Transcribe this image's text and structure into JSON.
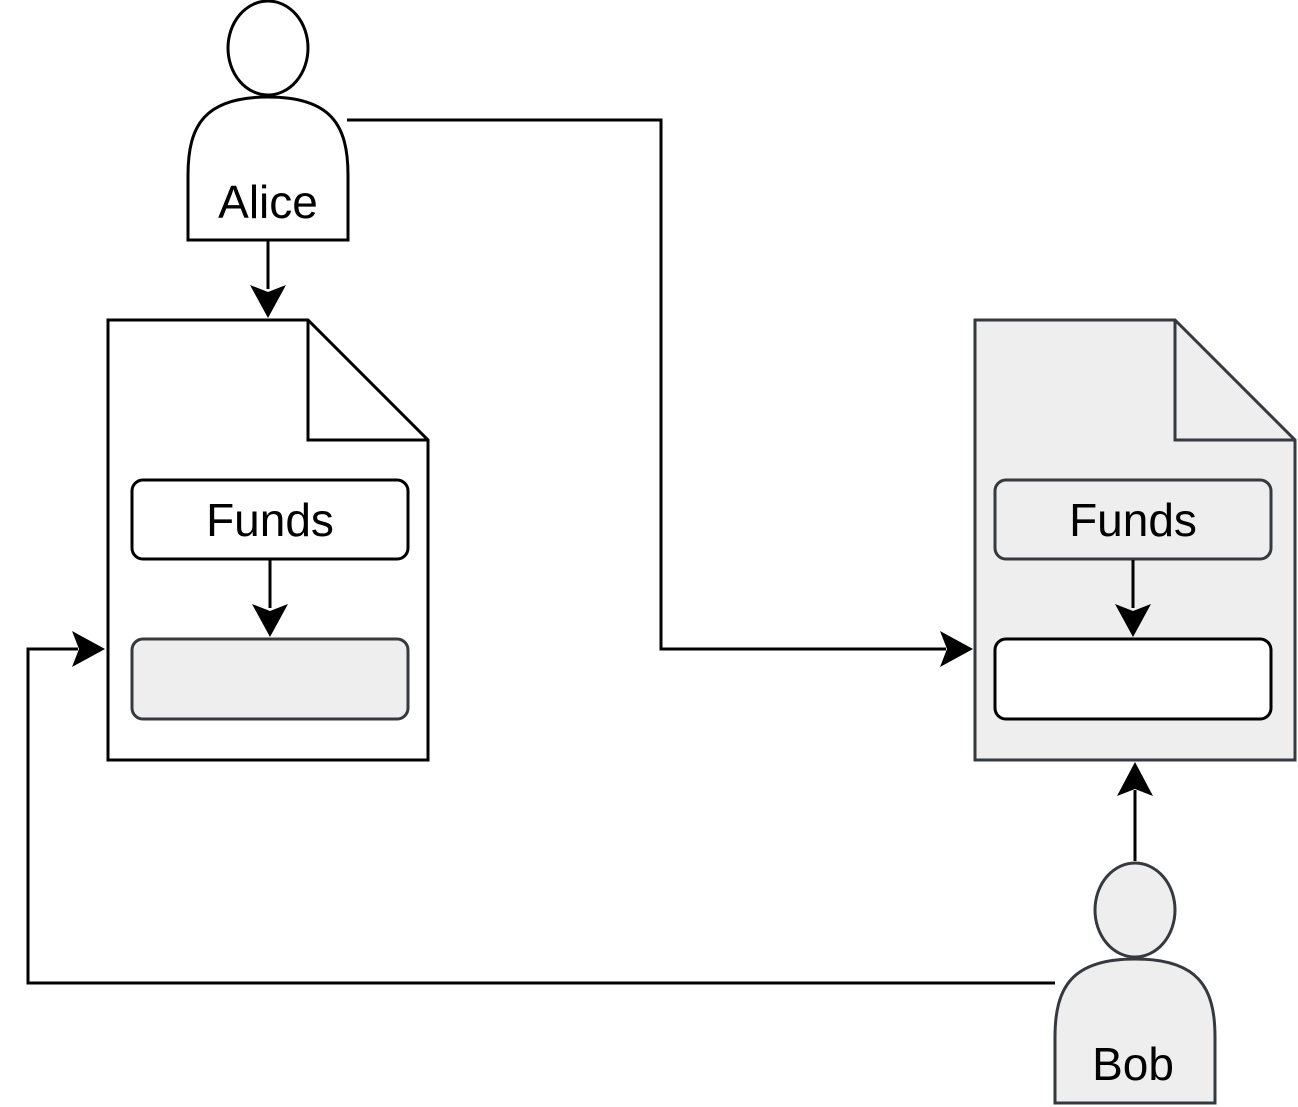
{
  "participants": {
    "alice": {
      "label": "Alice"
    },
    "bob": {
      "label": "Bob"
    }
  },
  "documents": {
    "left": {
      "funds_label": "Funds"
    },
    "right": {
      "funds_label": "Funds"
    }
  },
  "colors": {
    "stroke": "#000000",
    "stroke_grey": "#36393d",
    "fill_grey": "#eeeeee",
    "fill_white": "#ffffff"
  }
}
